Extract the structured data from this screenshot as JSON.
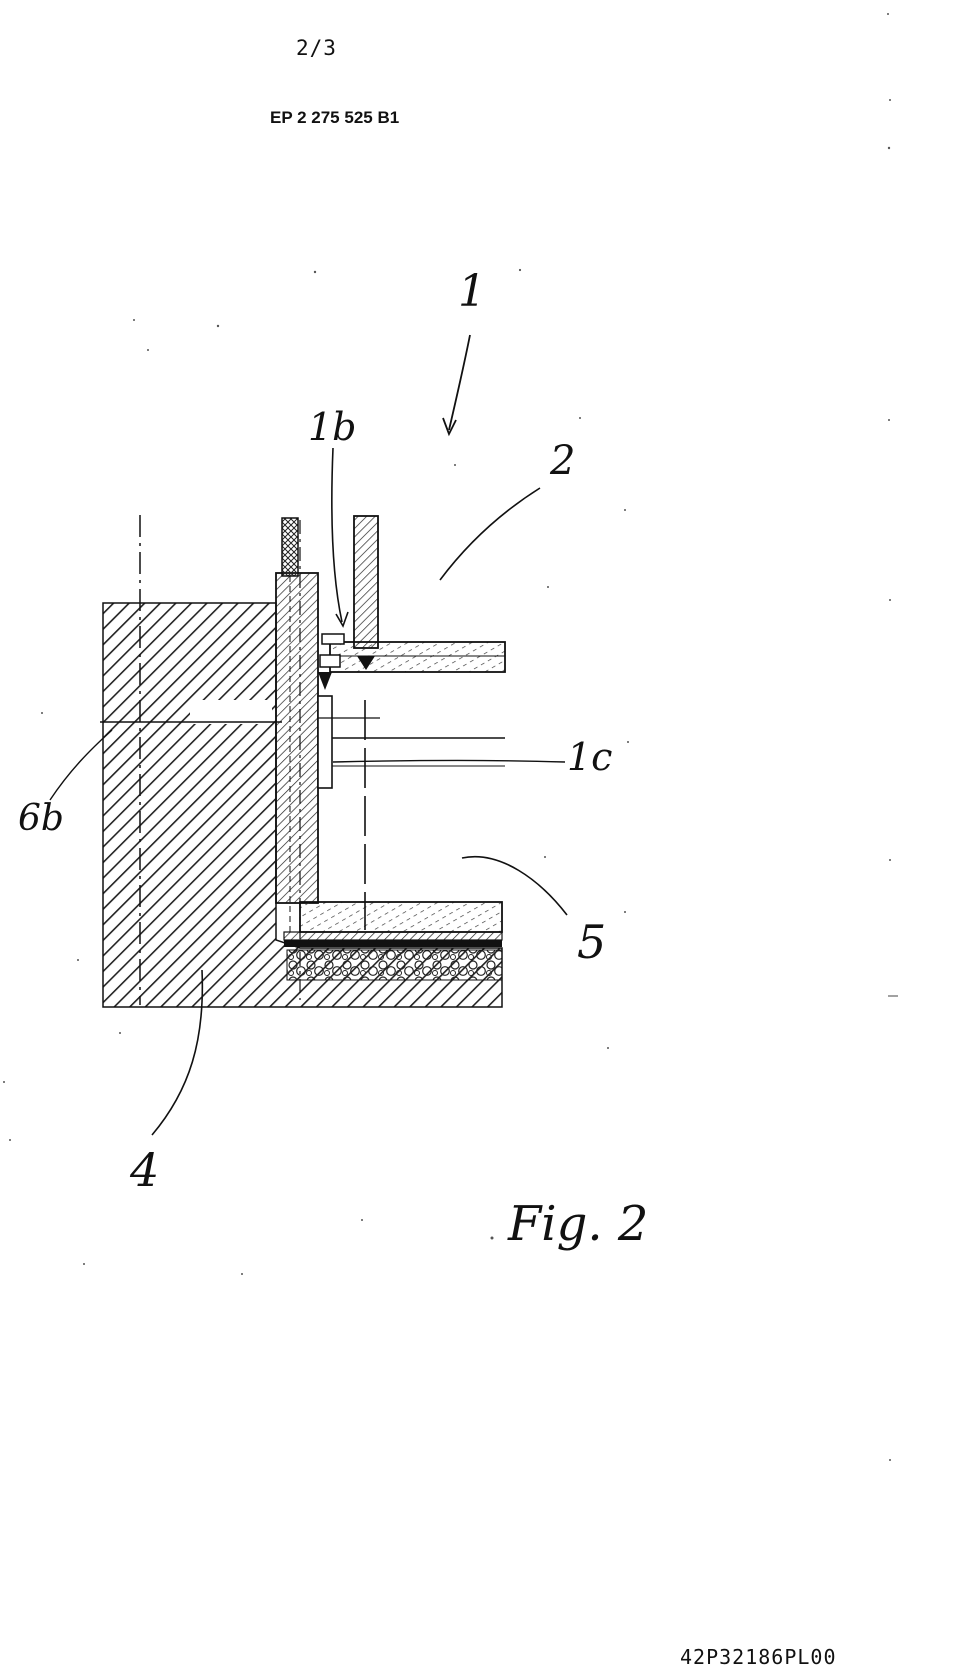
{
  "header": {
    "page_number": "2/3",
    "patent_number": "EP 2 275 525 B1"
  },
  "figure": {
    "caption": "Fig. 2",
    "labels": {
      "ref_1": "1",
      "ref_1b": "1b",
      "ref_1c": "1c",
      "ref_2": "2",
      "ref_4": "4",
      "ref_5": "5",
      "ref_6b": "6b"
    }
  },
  "footer": {
    "document_code": "42P32186PL00"
  }
}
